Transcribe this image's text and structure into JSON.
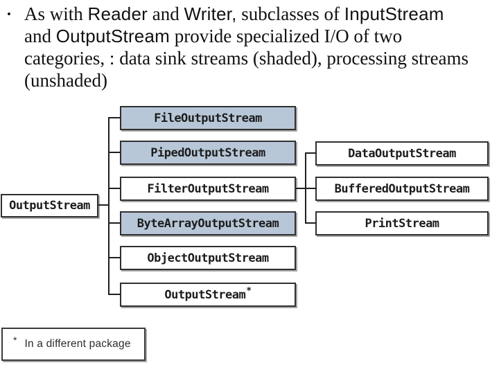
{
  "slide": {
    "bullet_marker": "•",
    "line1": {
      "s1": "As with ",
      "s2": "Reader",
      "s3": " and ",
      "s4": "Writer,",
      "s5": " subclasses of ",
      "s6": "InputStream"
    },
    "line2": {
      "s1": "and ",
      "s2": "OutputStream",
      "s3": " provide specialized I/O of two"
    },
    "line3": "categories, : data sink streams (shaded), processing streams",
    "line4": "(unshaded)"
  },
  "diagram": {
    "root": {
      "label": "OutputStream"
    },
    "middle": [
      {
        "label": "FileOutputStream",
        "shaded": true
      },
      {
        "label": "PipedOutputStream",
        "shaded": true
      },
      {
        "label": "FilterOutputStream",
        "shaded": false
      },
      {
        "label": "ByteArrayOutputStream",
        "shaded": true
      },
      {
        "label": "ObjectOutputStream",
        "shaded": false
      },
      {
        "label": "OutputStream",
        "sup": "*",
        "shaded": false
      }
    ],
    "right": [
      {
        "label": "DataOutputStream"
      },
      {
        "label": "BufferedOutputStream"
      },
      {
        "label": "PrintStream"
      }
    ],
    "footnote": {
      "marker": "*",
      "text": "In a different package"
    },
    "legend_meaning": {
      "shaded": "data sink streams",
      "unshaded": "processing streams"
    },
    "colors": {
      "shaded_fill": "#b8c7d8",
      "unshaded_fill": "#ffffff",
      "box_border": "#2f2f2f",
      "shadow": "#a6a6a6",
      "connector": "#1f1f1f"
    }
  }
}
